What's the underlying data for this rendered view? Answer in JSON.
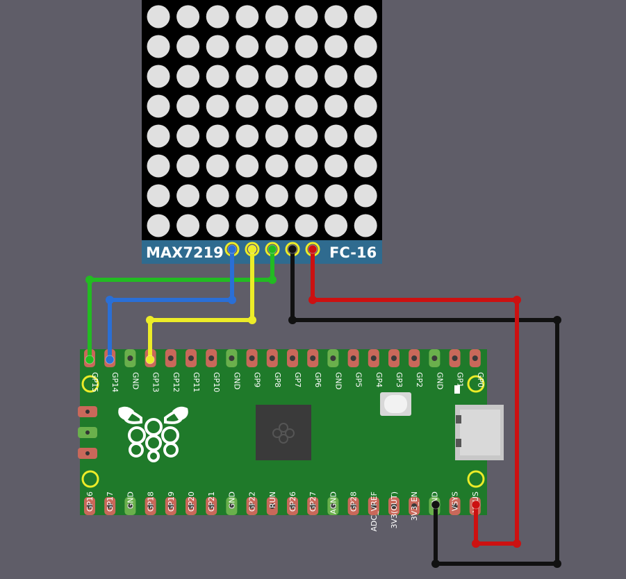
{
  "matrix": {
    "name": "MAX7219",
    "model": "FC-16",
    "rows": 8,
    "cols": 8,
    "led_color": "#e0e0e0",
    "board_color": "#2f6b8f"
  },
  "pico": {
    "board_color": "#1f7a2a",
    "top_pins": [
      "GP15",
      "GP14",
      "GND",
      "GP13",
      "GP12",
      "GP11",
      "GP10",
      "GND",
      "GP9",
      "GP8",
      "GP7",
      "GP6",
      "GND",
      "GP5",
      "GP4",
      "GP3",
      "GP2",
      "GND",
      "GP1",
      "GP0"
    ],
    "bottom_pins": [
      "GP16",
      "GP17",
      "GND",
      "GP18",
      "GP19",
      "GP20",
      "GP21",
      "GND",
      "GP22",
      "RUN",
      "GP26",
      "GP27",
      "AGND",
      "GP28",
      "ADC_VREF",
      "3V3(OUT)",
      "3V3_EN",
      "GND",
      "VSYS",
      "VBUS"
    ]
  },
  "wires": {
    "green": "#22bb22",
    "blue": "#2a6fd6",
    "yellow": "#ecec28",
    "black": "#111111",
    "red": "#cc1111"
  }
}
